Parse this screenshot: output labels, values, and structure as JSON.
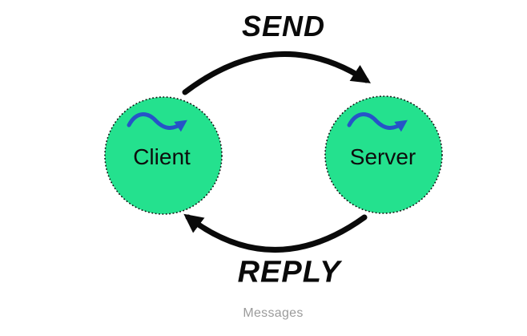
{
  "diagram": {
    "caption": "Messages",
    "nodes": [
      {
        "id": "client",
        "label": "Client",
        "icon": "signal-wave-icon"
      },
      {
        "id": "server",
        "label": "Server",
        "icon": "signal-wave-icon"
      }
    ],
    "edges": [
      {
        "label": "SEND",
        "from": "Client",
        "to": "Server",
        "direction": "top-arc-left-to-right"
      },
      {
        "label": "REPLY",
        "from": "Server",
        "to": "Client",
        "direction": "bottom-arc-right-to-left"
      }
    ],
    "colors": {
      "background": "#ffffff",
      "node_fill": "#24E18E",
      "node_border": "#111111",
      "edge_stroke": "#0a0a0a",
      "wave_arrow": "#2653C8",
      "node_text": "#0d0d0d",
      "edge_text": "#0a0a0a",
      "caption_text": "#9b9b9b"
    }
  }
}
